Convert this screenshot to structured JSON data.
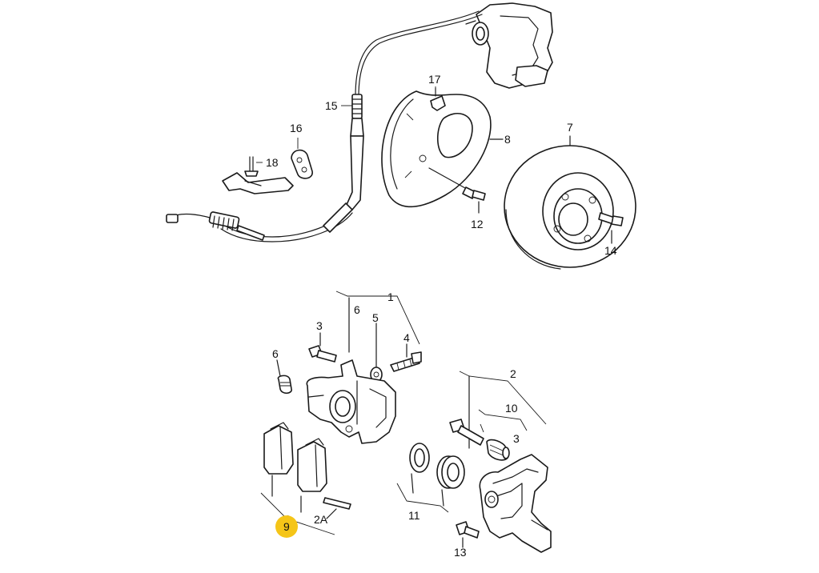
{
  "labels": {
    "l1": "1",
    "l2": "2",
    "l2a": "2A",
    "l3a": "3",
    "l3b": "3",
    "l4": "4",
    "l5": "5",
    "l6a": "6",
    "l6b": "6",
    "l7": "7",
    "l8": "8",
    "l9": "9",
    "l10": "10",
    "l11": "11",
    "l12": "12",
    "l13": "13",
    "l14": "14",
    "l15": "15",
    "l16": "16",
    "l17": "17",
    "l18": "18"
  },
  "highlight_color": "#f5c518"
}
